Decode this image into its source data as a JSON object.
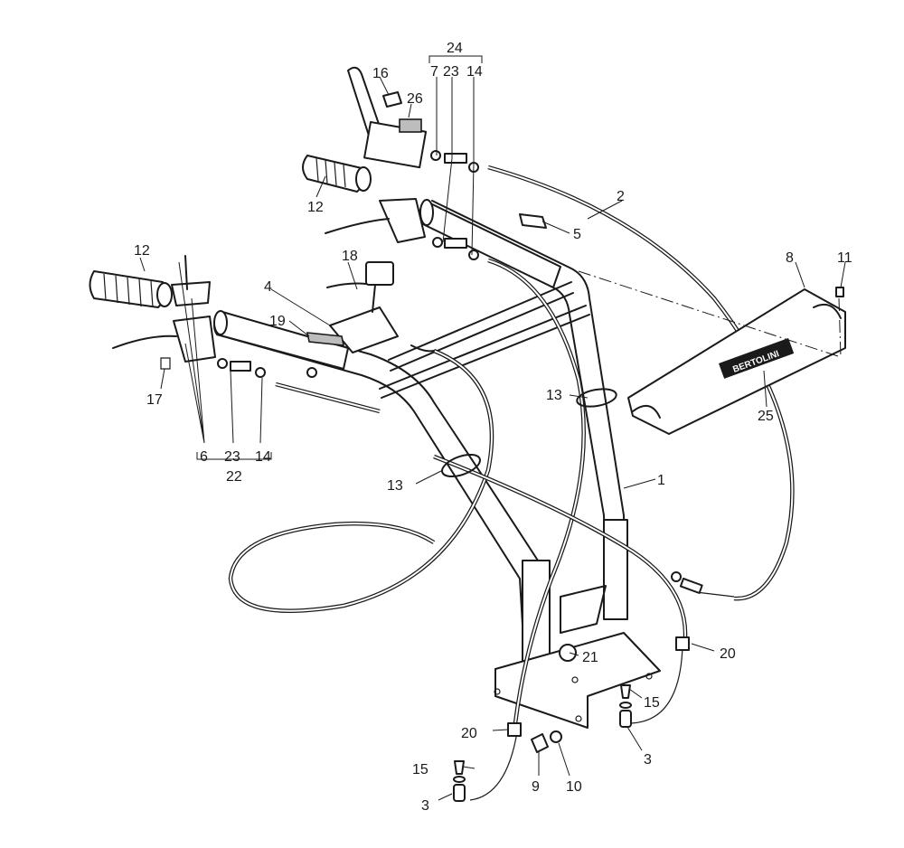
{
  "diagram": {
    "brand_logo_text": "BERTOLINI",
    "callouts": [
      {
        "id": "c1",
        "text": "1"
      },
      {
        "id": "c2",
        "text": "2"
      },
      {
        "id": "c3a",
        "text": "3"
      },
      {
        "id": "c3b",
        "text": "3"
      },
      {
        "id": "c4",
        "text": "4"
      },
      {
        "id": "c5",
        "text": "5"
      },
      {
        "id": "c6",
        "text": "6"
      },
      {
        "id": "c7",
        "text": "7"
      },
      {
        "id": "c8",
        "text": "8"
      },
      {
        "id": "c9",
        "text": "9"
      },
      {
        "id": "c10",
        "text": "10"
      },
      {
        "id": "c11",
        "text": "11"
      },
      {
        "id": "c12a",
        "text": "12"
      },
      {
        "id": "c12b",
        "text": "12"
      },
      {
        "id": "c13a",
        "text": "13"
      },
      {
        "id": "c13b",
        "text": "13"
      },
      {
        "id": "c14a",
        "text": "14"
      },
      {
        "id": "c14b",
        "text": "14"
      },
      {
        "id": "c15a",
        "text": "15"
      },
      {
        "id": "c15b",
        "text": "15"
      },
      {
        "id": "c16",
        "text": "16"
      },
      {
        "id": "c17",
        "text": "17"
      },
      {
        "id": "c18",
        "text": "18"
      },
      {
        "id": "c19",
        "text": "19"
      },
      {
        "id": "c20a",
        "text": "20"
      },
      {
        "id": "c20b",
        "text": "20"
      },
      {
        "id": "c21",
        "text": "21"
      },
      {
        "id": "c22",
        "text": "22"
      },
      {
        "id": "c23a",
        "text": "23"
      },
      {
        "id": "c23b",
        "text": "23"
      },
      {
        "id": "c24",
        "text": "24"
      },
      {
        "id": "c25",
        "text": "25"
      },
      {
        "id": "c26",
        "text": "26"
      }
    ]
  }
}
